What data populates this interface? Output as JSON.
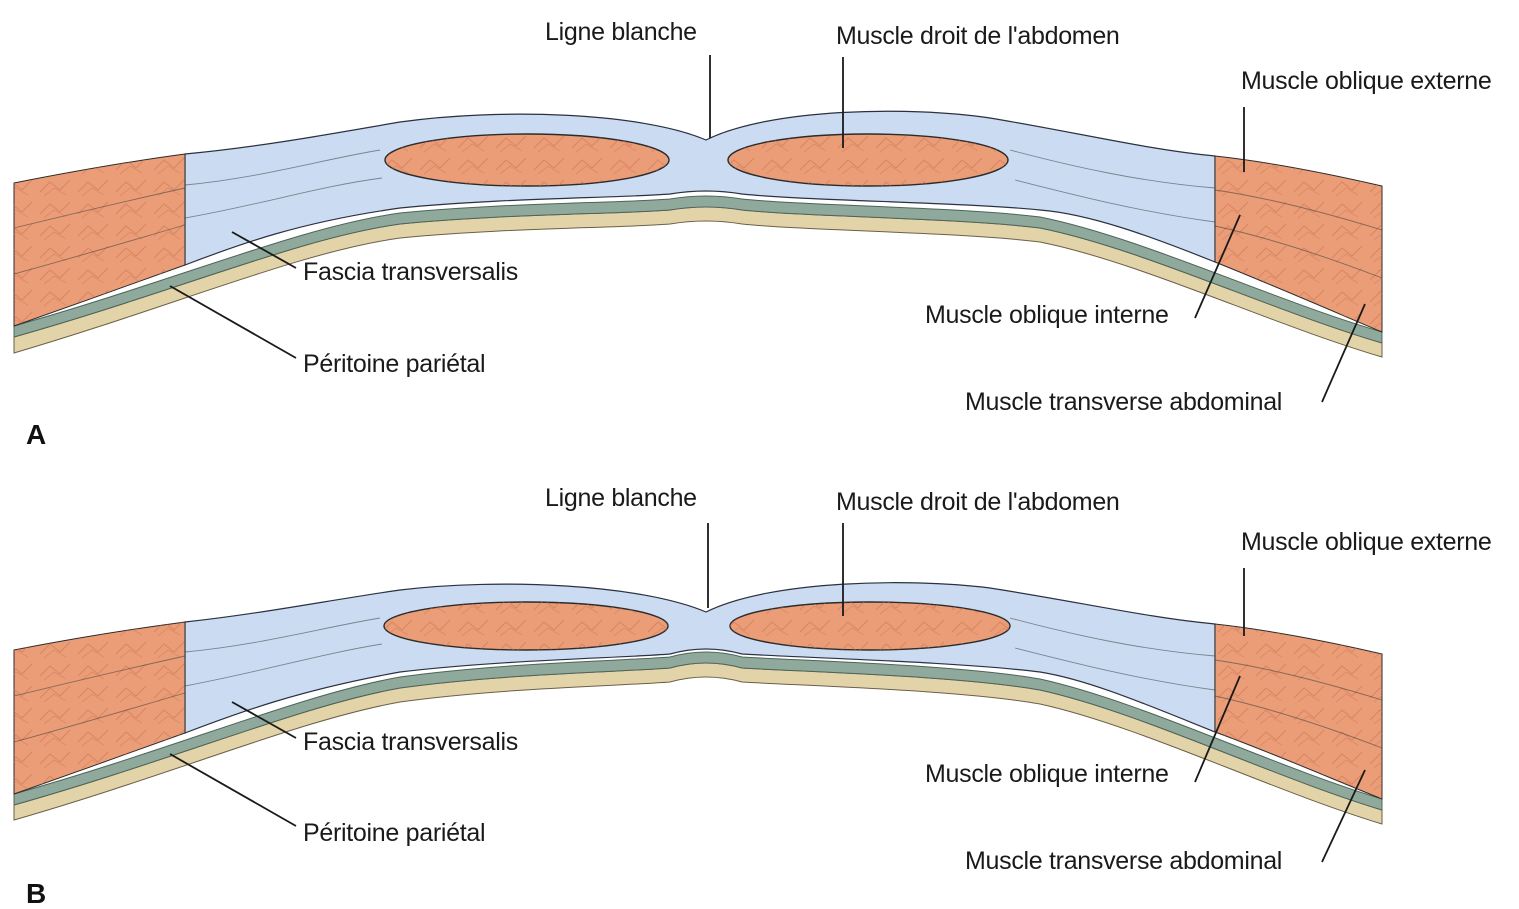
{
  "colors": {
    "muscle": "#ea9d77",
    "muscle_dark": "#d9805a",
    "muscle_texture": "#cf7755",
    "aponeurosis": "#cbdcf2",
    "aponeurosis_edge": "#2b3140",
    "fascia": "#8faa9c",
    "peritoneum": "#e3d3a8",
    "background": "#ffffff"
  },
  "panels": [
    {
      "letter": "A",
      "labels": {
        "ligne_blanche": "Ligne blanche",
        "muscle_droit": "Muscle droit de l'abdomen",
        "oblique_externe": "Muscle oblique externe",
        "fascia_transversalis": "Fascia transversalis",
        "oblique_interne": "Muscle oblique interne",
        "peritoine": "Péritoine pariétal",
        "transverse": "Muscle transverse abdominal"
      }
    },
    {
      "letter": "B",
      "labels": {
        "ligne_blanche": "Ligne blanche",
        "muscle_droit": "Muscle droit de l'abdomen",
        "oblique_externe": "Muscle oblique externe",
        "fascia_transversalis": "Fascia transversalis",
        "oblique_interne": "Muscle oblique interne",
        "peritoine": "Péritoine pariétal",
        "transverse": "Muscle transverse abdominal"
      }
    }
  ]
}
